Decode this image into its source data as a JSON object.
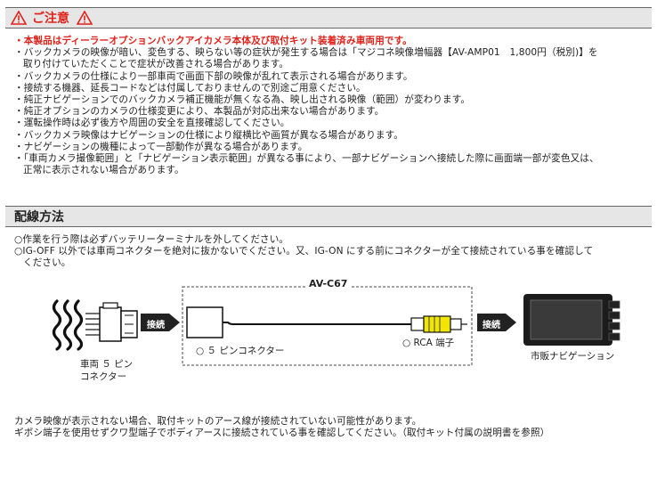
{
  "caution": {
    "title": "ご注意",
    "warn_icon": "warning-triangle-icon",
    "accent": "#e0211a",
    "lines": [
      "・本製品はディーラーオプションバックアイカメラ本体及び取付キット装着済み車両用です。",
      "・バックカメラの映像が暗い、変色する、映らない等の症状が発生する場合は「マジコネ映像増幅器【AV-AMP01　1,800円（税別)】を",
      "取り付けていただくことで症状が改善される場合があります。",
      "・バックカメラの仕様により一部車両で画面下部の映像が乱れて表示される場合があります。",
      "・接続する機器、延長コードなどは付属しておりませんので別途ご用意ください。",
      "・純正ナビゲーションでのバックカメラ補正機能が無くなる為、映し出される映像（範囲）が変わります。",
      "・純正オプションのカメラの仕様変更により、本製品が対応出来ない場合があります。",
      "・運転操作時は必ず後方や周囲の安全を直接確認してください。",
      "・バックカメラ映像はナビゲーションの仕様により縦横比や画質が異なる場合があります。",
      "・ナビゲーションの機種によって一部動作が異なる場合があります。",
      "・「車両カメラ撮像範囲」と「ナビゲーション表示範囲」が異なる事により、一部ナビゲーションへ接続した際に画面端一部が変色又は、",
      "正常に表示されない場合があります。"
    ]
  },
  "wiring": {
    "title": "配線方法",
    "lines": [
      "○作業を行う際は必ずバッテリーターミナルを外してください。",
      "○IG-OFF 以外では車両コネクターを絶対に抜かないでください。又、IG-ON にする前にコネクターが全て接続されている事を確認して",
      "ください。"
    ]
  },
  "diagram": {
    "product_label": "AV-C67",
    "connect_label_1": "接続",
    "connect_label_2": "接続",
    "pin_connector_label": "○ ５ ピンコネクター",
    "rca_label": "○ RCA 端子",
    "vehicle_label_line1": "車両 ５ ピン",
    "vehicle_label_line2": "コネクター",
    "navi_label": "市販ナビゲーション",
    "rca_color": "#f2e600"
  },
  "footer": {
    "lines": [
      "カメラ映像が表示されない場合、取付キットのアース線が接続されていない可能性があります。",
      "ギボシ端子を使用せずクワ型端子でボディアースに接続されている事を確認してください。（取付キット付属の説明書を参照）"
    ]
  }
}
